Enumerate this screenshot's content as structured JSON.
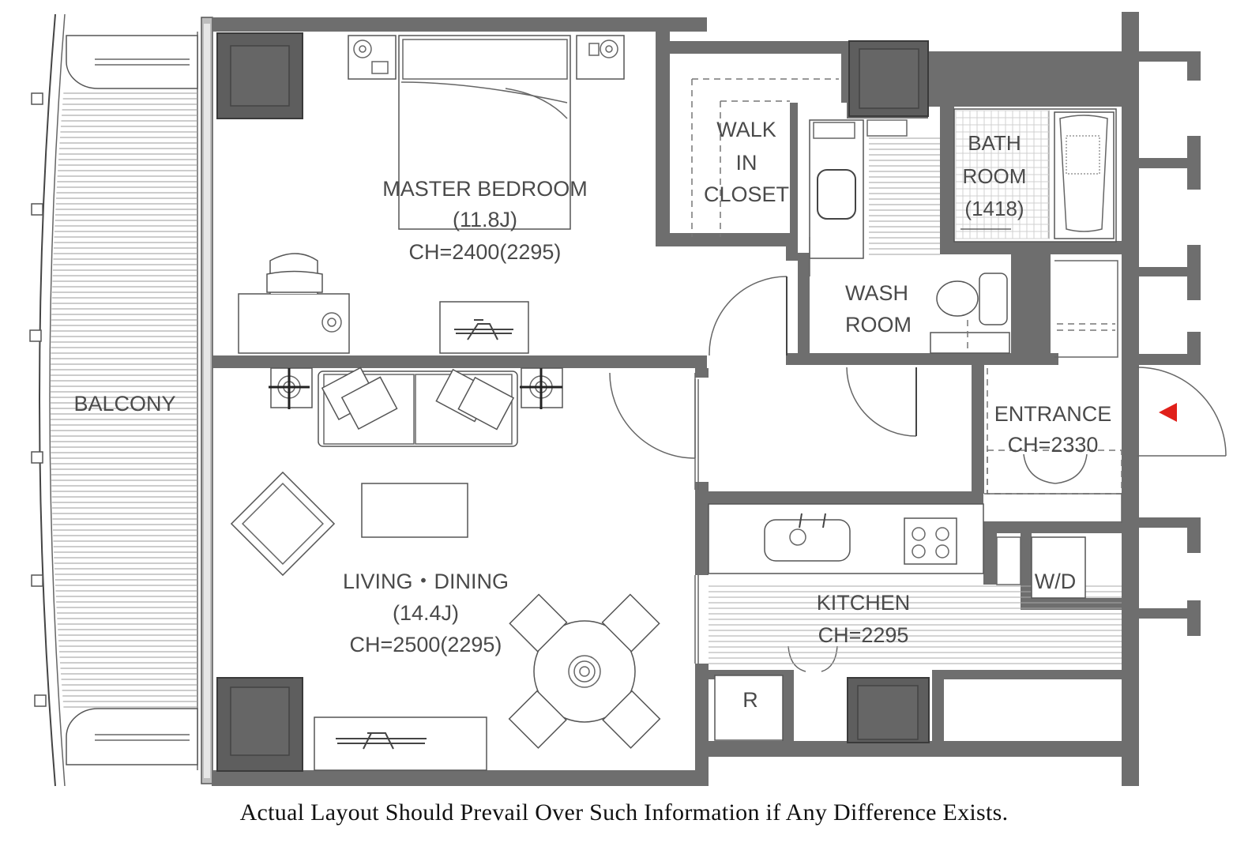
{
  "rooms": {
    "balcony": "BALCONY",
    "master_bedroom": {
      "name": "MASTER BEDROOM",
      "size": "(11.8J)",
      "ceiling": "CH=2400(2295)"
    },
    "walk_in_closet": [
      "WALK",
      "IN",
      "CLOSET"
    ],
    "bath_room": {
      "line1": "BATH",
      "line2": "ROOM",
      "size": "(1418)"
    },
    "wash_room": [
      "WASH",
      "ROOM"
    ],
    "entrance": {
      "name": "ENTRANCE",
      "ceiling": "CH=2330"
    },
    "living_dining": {
      "name": "LIVING・DINING",
      "size": "(14.4J)",
      "ceiling": "CH=2500(2295)"
    },
    "kitchen": {
      "name": "KITCHEN",
      "ceiling": "CH=2295"
    },
    "washer_dryer": "W/D",
    "refrigerator": "R"
  },
  "entrance_marker_color": "#e0201a",
  "disclaimer": "Actual Layout Should Prevail Over Such Information if Any Difference Exists."
}
